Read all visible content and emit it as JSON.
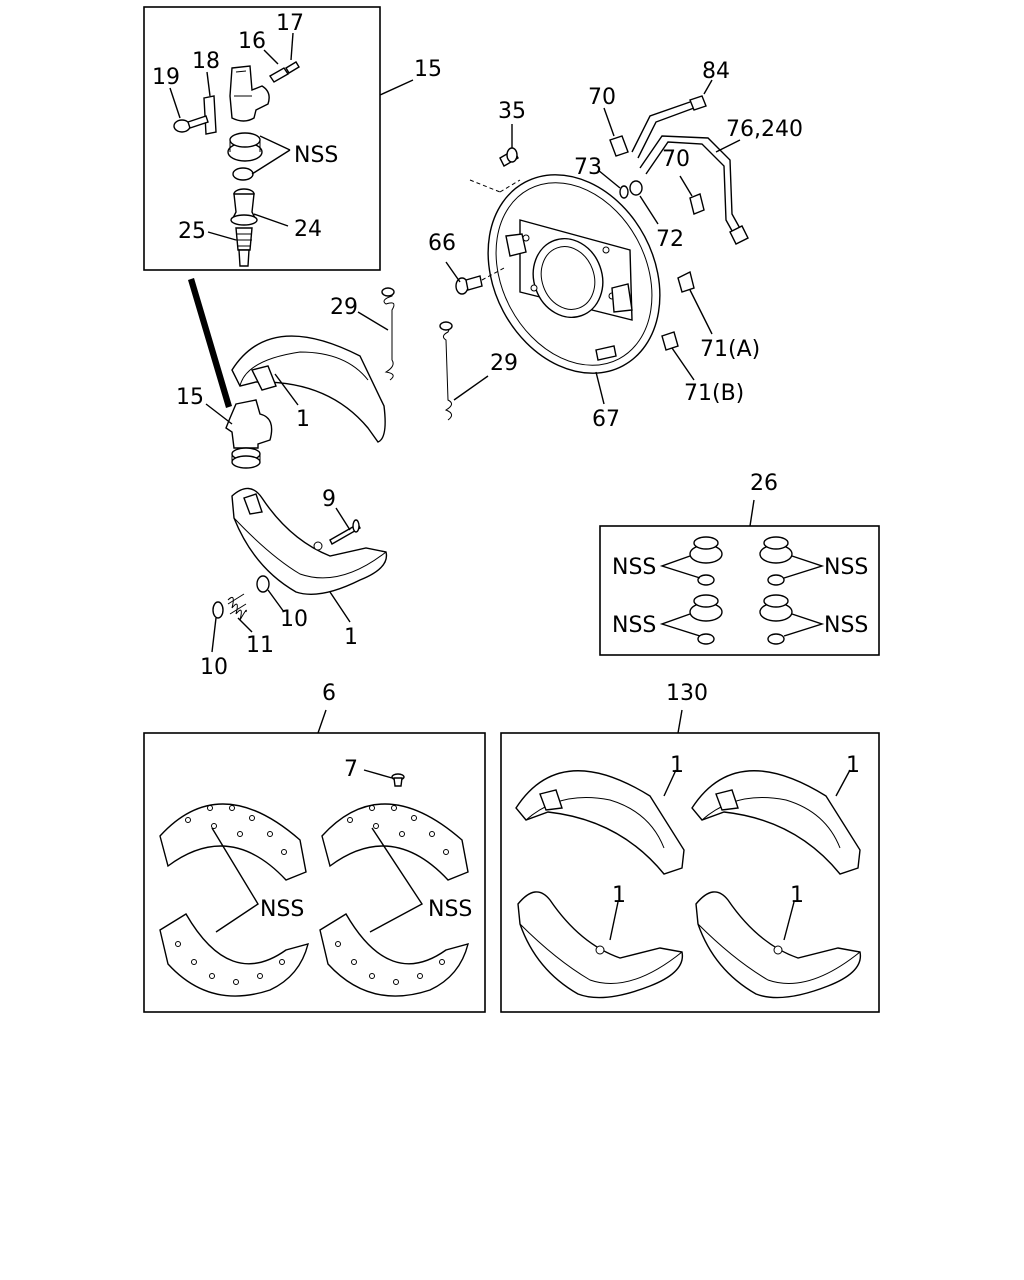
{
  "labels": {
    "l15_top": "15",
    "l16": "16",
    "l17": "17",
    "l18": "18",
    "l19": "19",
    "nss_cyl": "NSS",
    "l24": "24",
    "l25": "25",
    "l35": "35",
    "l70a": "70",
    "l84": "84",
    "l76_240": "76,240",
    "l73": "73",
    "l70b": "70",
    "l72": "72",
    "l66": "66",
    "l71a": "71(A)",
    "l71b": "71(B)",
    "l67": "67",
    "l29a": "29",
    "l29b": "29",
    "l15_mid": "15",
    "l1_upper": "1",
    "l9": "9",
    "l10a": "10",
    "l10b": "10",
    "l11": "11",
    "l1_lower": "1",
    "l26": "26",
    "nss_k1": "NSS",
    "nss_k2": "NSS",
    "nss_k3": "NSS",
    "nss_k4": "NSS",
    "l6": "6",
    "l7": "7",
    "nss_l1": "NSS",
    "nss_l2": "NSS",
    "l130": "130",
    "l1_a": "1",
    "l1_b": "1",
    "l1_c": "1",
    "l1_d": "1"
  }
}
